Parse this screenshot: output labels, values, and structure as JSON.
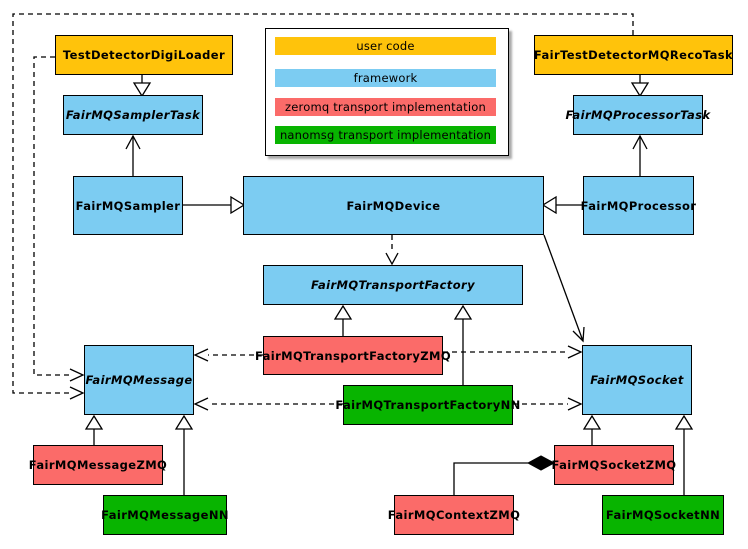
{
  "type_colors": {
    "user": "#FFC30B",
    "framework": "#7CCCF2",
    "zeromq": "#FB6B69",
    "nanomsg": "#08B400"
  },
  "legend": {
    "items": [
      {
        "label": "user code",
        "type": "user",
        "color": "#FFC30B"
      },
      {
        "label": "framework",
        "type": "framework",
        "color": "#7CCCF2"
      },
      {
        "label": "zeromq transport implementation",
        "type": "zeromq",
        "color": "#FB6B69"
      },
      {
        "label": "nanomsg transport implementation",
        "type": "nanomsg",
        "color": "#08B400"
      }
    ]
  },
  "nodes": {
    "testDetectorDigiLoader": {
      "label": "TestDetectorDigiLoader",
      "type": "user",
      "abstract": false
    },
    "fairTestDetectorMQRecoTask": {
      "label": "FairTestDetectorMQRecoTask",
      "type": "user",
      "abstract": false
    },
    "fairMQSamplerTask": {
      "label": "FairMQSamplerTask",
      "type": "framework",
      "abstract": true
    },
    "fairMQProcessorTask": {
      "label": "FairMQProcessorTask",
      "type": "framework",
      "abstract": true
    },
    "fairMQSampler": {
      "label": "FairMQSampler",
      "type": "framework",
      "abstract": false
    },
    "fairMQDevice": {
      "label": "FairMQDevice",
      "type": "framework",
      "abstract": false
    },
    "fairMQProcessor": {
      "label": "FairMQProcessor",
      "type": "framework",
      "abstract": false
    },
    "fairMQTransportFactory": {
      "label": "FairMQTransportFactory",
      "type": "framework",
      "abstract": true
    },
    "fairMQTransportFactoryZMQ": {
      "label": "FairMQTransportFactoryZMQ",
      "type": "zeromq",
      "abstract": false
    },
    "fairMQTransportFactoryNN": {
      "label": "FairMQTransportFactoryNN",
      "type": "nanomsg",
      "abstract": false
    },
    "fairMQMessage": {
      "label": "FairMQMessage",
      "type": "framework",
      "abstract": true
    },
    "fairMQSocket": {
      "label": "FairMQSocket",
      "type": "framework",
      "abstract": true
    },
    "fairMQMessageZMQ": {
      "label": "FairMQMessageZMQ",
      "type": "zeromq",
      "abstract": false
    },
    "fairMQMessageNN": {
      "label": "FairMQMessageNN",
      "type": "nanomsg",
      "abstract": false
    },
    "fairMQSocketZMQ": {
      "label": "FairMQSocketZMQ",
      "type": "zeromq",
      "abstract": false
    },
    "fairMQContextZMQ": {
      "label": "FairMQContextZMQ",
      "type": "zeromq",
      "abstract": false
    },
    "fairMQSocketNN": {
      "label": "FairMQSocketNN",
      "type": "nanomsg",
      "abstract": false
    }
  },
  "edges": [
    {
      "from": "TestDetectorDigiLoader",
      "to": "FairMQSamplerTask",
      "kind": "inheritance"
    },
    {
      "from": "FairTestDetectorMQRecoTask",
      "to": "FairMQProcessorTask",
      "kind": "inheritance"
    },
    {
      "from": "FairMQSampler",
      "to": "FairMQSamplerTask",
      "kind": "association"
    },
    {
      "from": "FairMQProcessor",
      "to": "FairMQProcessorTask",
      "kind": "association"
    },
    {
      "from": "FairMQSampler",
      "to": "FairMQDevice",
      "kind": "inheritance"
    },
    {
      "from": "FairMQProcessor",
      "to": "FairMQDevice",
      "kind": "inheritance"
    },
    {
      "from": "FairMQDevice",
      "to": "FairMQTransportFactory",
      "kind": "dependency"
    },
    {
      "from": "FairMQDevice",
      "to": "FairMQSocket",
      "kind": "association"
    },
    {
      "from": "FairMQTransportFactoryZMQ",
      "to": "FairMQTransportFactory",
      "kind": "inheritance"
    },
    {
      "from": "FairMQTransportFactoryNN",
      "to": "FairMQTransportFactory",
      "kind": "inheritance"
    },
    {
      "from": "FairMQTransportFactoryZMQ",
      "to": "FairMQMessage",
      "kind": "dependency"
    },
    {
      "from": "FairMQTransportFactoryZMQ",
      "to": "FairMQSocket",
      "kind": "dependency"
    },
    {
      "from": "FairMQTransportFactoryNN",
      "to": "FairMQMessage",
      "kind": "dependency"
    },
    {
      "from": "FairMQTransportFactoryNN",
      "to": "FairMQSocket",
      "kind": "dependency"
    },
    {
      "from": "TestDetectorDigiLoader",
      "to": "FairMQMessage",
      "kind": "dependency"
    },
    {
      "from": "FairTestDetectorMQRecoTask",
      "to": "FairMQMessage",
      "kind": "dependency"
    },
    {
      "from": "FairMQMessageZMQ",
      "to": "FairMQMessage",
      "kind": "inheritance"
    },
    {
      "from": "FairMQMessageNN",
      "to": "FairMQMessage",
      "kind": "inheritance"
    },
    {
      "from": "FairMQSocketZMQ",
      "to": "FairMQSocket",
      "kind": "inheritance"
    },
    {
      "from": "FairMQSocketNN",
      "to": "FairMQSocket",
      "kind": "inheritance"
    },
    {
      "from": "FairMQSocketZMQ",
      "to": "FairMQContextZMQ",
      "kind": "composition"
    }
  ]
}
